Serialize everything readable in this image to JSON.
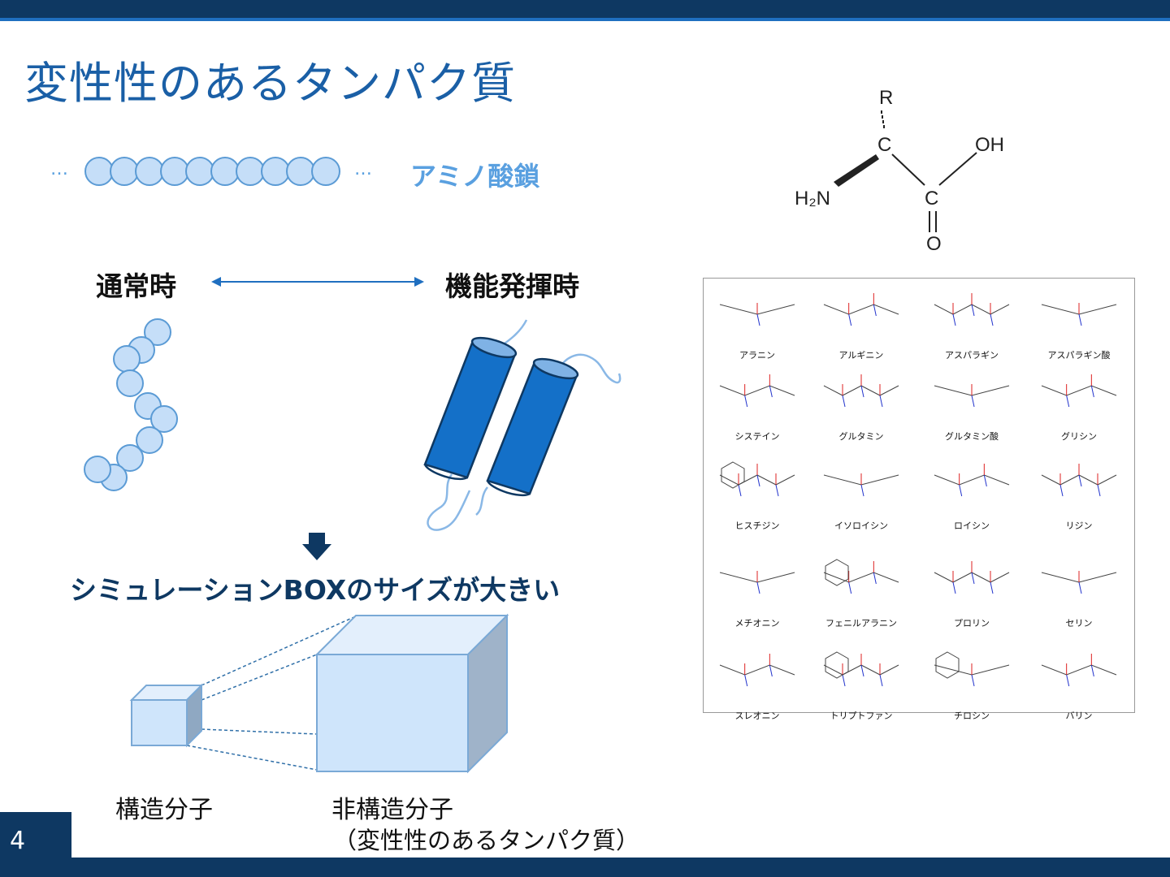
{
  "slide": {
    "title": "変性性のあるタンパク質",
    "page_number": "4"
  },
  "chain": {
    "label": "アミノ酸鎖",
    "ellipsis_left": "…",
    "ellipsis_right": "…"
  },
  "states": {
    "normal": "通常時",
    "functional": "機能発揮時"
  },
  "conclusion": "シミュレーションBOXのサイズが大きい",
  "boxes": {
    "small_label": "構造分子",
    "large_label": "非構造分子",
    "large_sublabel": "（変性性のあるタンパク質）"
  },
  "amino_acid_structure": {
    "atoms": [
      "R",
      "C",
      "OH",
      "H₂N",
      "C",
      "O"
    ]
  },
  "amino_acids": [
    "アラニン",
    "アルギニン",
    "アスパラギン",
    "アスパラギン酸",
    "システイン",
    "グルタミン",
    "グルタミン酸",
    "グリシン",
    "ヒスチジン",
    "イソロイシン",
    "ロイシン",
    "リジン",
    "メチオニン",
    "フェニルアラニン",
    "プロリン",
    "セリン",
    "スレオニン",
    "トリプトファン",
    "チロシン",
    "バリン"
  ],
  "colors": {
    "navy": "#0e3862",
    "title_blue": "#1a5fa6",
    "bead_fill": "#c5def8",
    "bead_stroke": "#5b9bd5",
    "cylinder": "#1470c8",
    "box_face": "#cfe5fb"
  }
}
